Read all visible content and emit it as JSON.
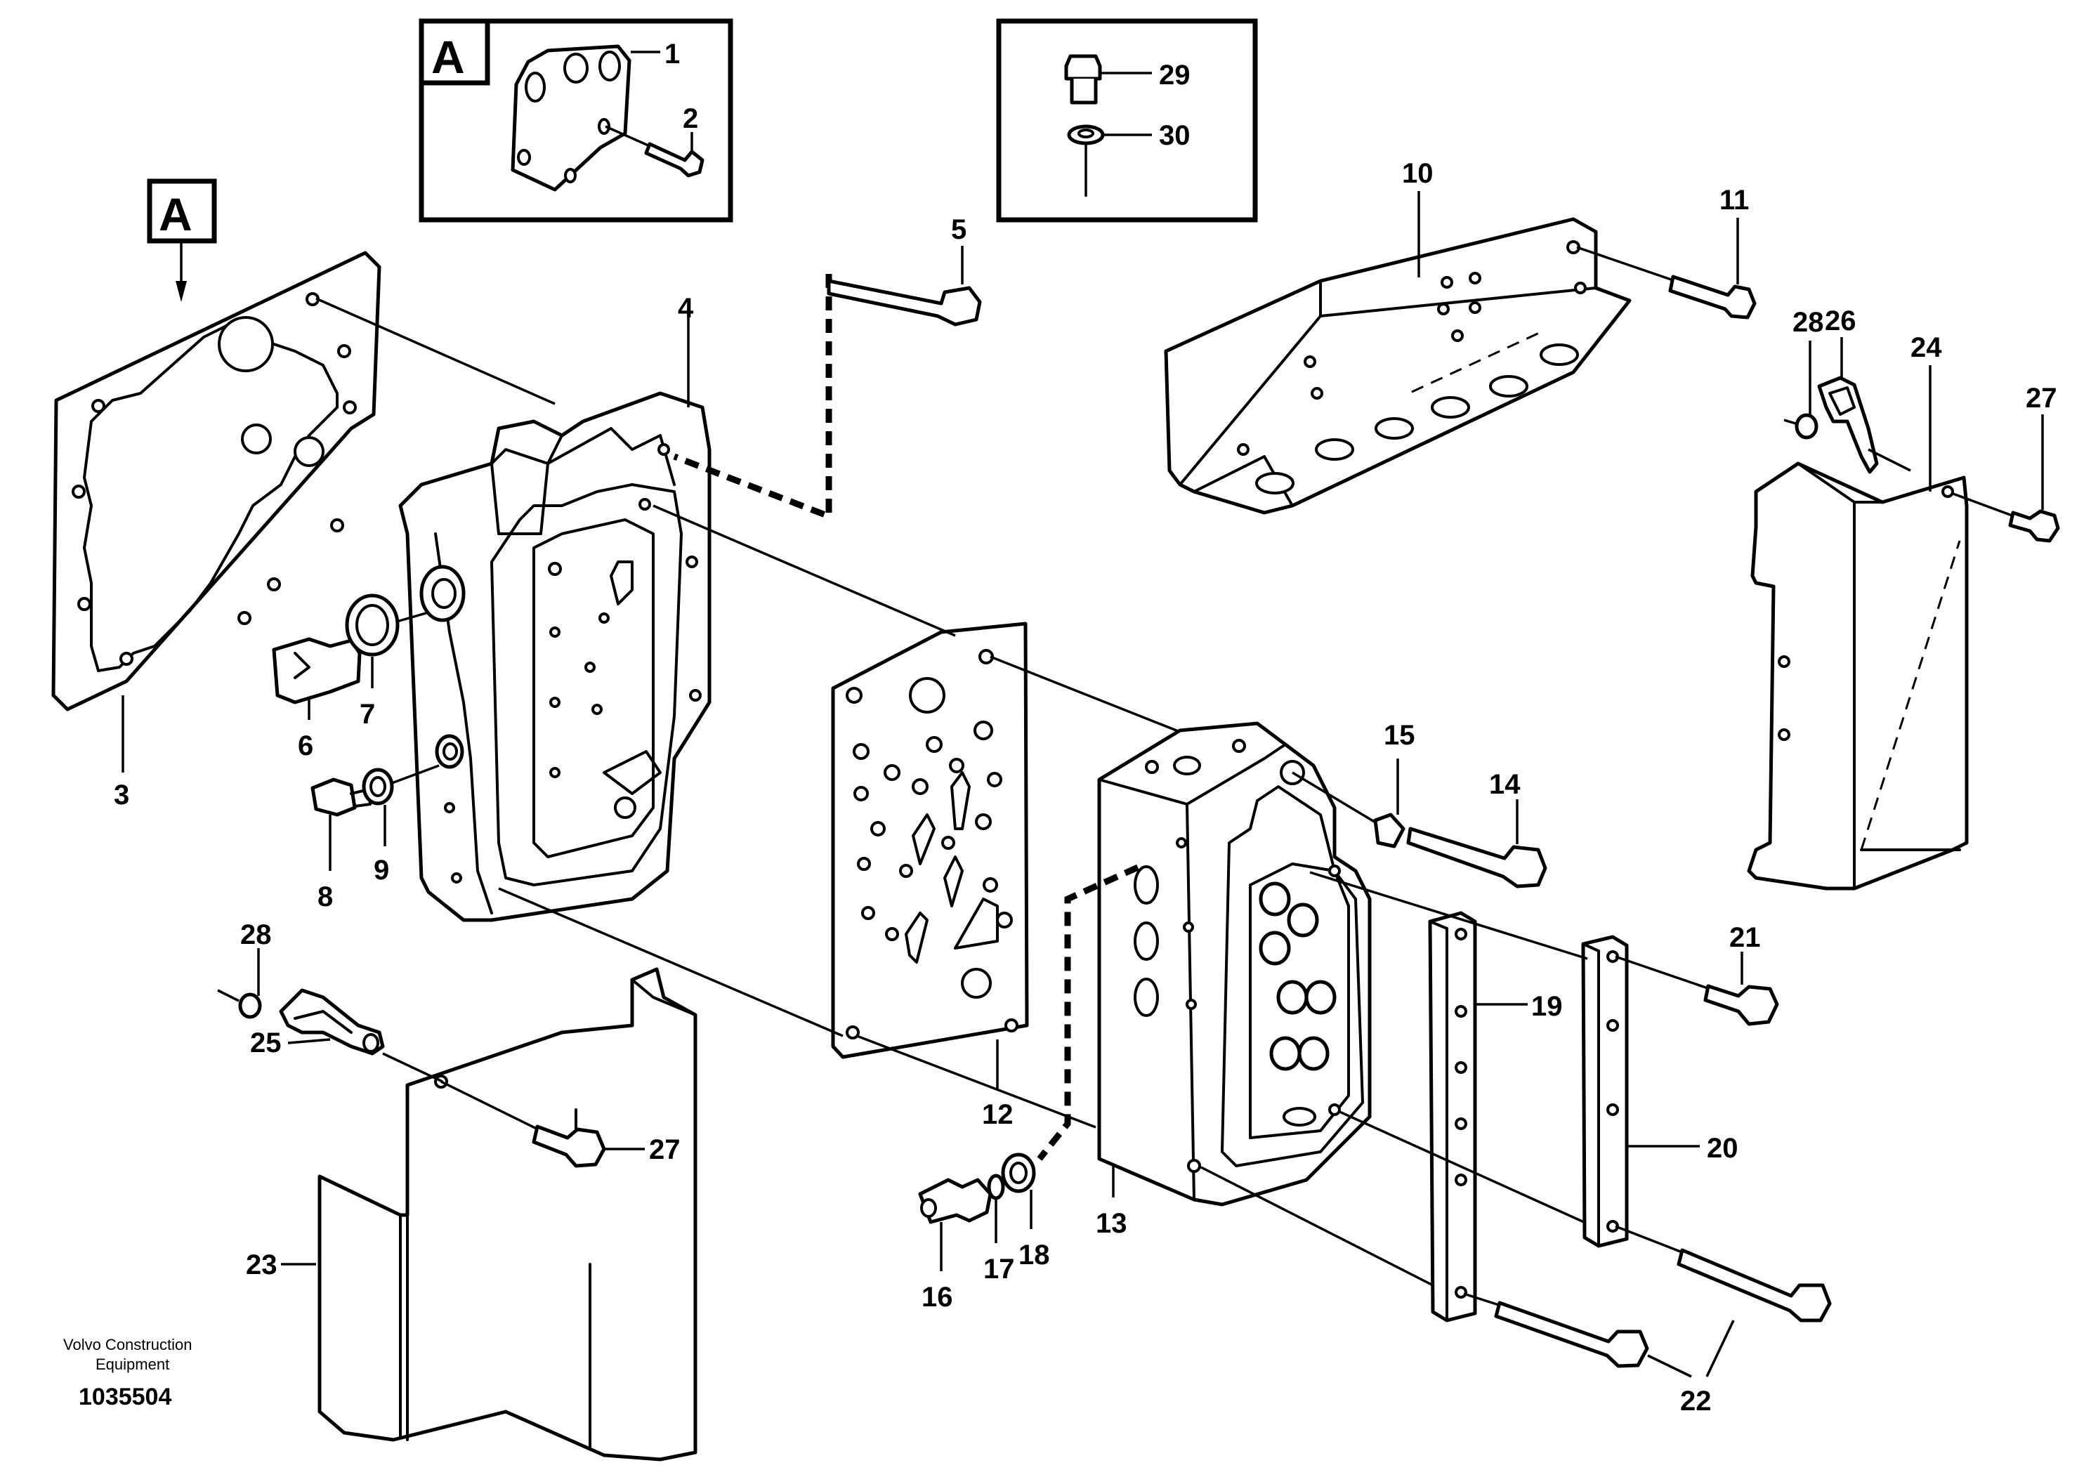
{
  "drawing": {
    "credit_line1": "Volvo Construction",
    "credit_line2": "Equipment",
    "doc_number": "1035504"
  },
  "detail": {
    "ref_letter": "A",
    "ref_letter_inset": "A"
  },
  "callouts": {
    "c1": "1",
    "c2": "2",
    "c3": "3",
    "c4": "4",
    "c5": "5",
    "c6": "6",
    "c7": "7",
    "c8": "8",
    "c9": "9",
    "c10": "10",
    "c11": "11",
    "c12": "12",
    "c13": "13",
    "c14": "14",
    "c15": "15",
    "c16": "16",
    "c17": "17",
    "c18": "18",
    "c19": "19",
    "c20": "20",
    "c21": "21",
    "c22": "22",
    "c23": "23",
    "c24": "24",
    "c25": "25",
    "c26": "26",
    "c27a": "27",
    "c27b": "27",
    "c28a": "28",
    "c28b": "28",
    "c29": "29",
    "c30": "30"
  }
}
